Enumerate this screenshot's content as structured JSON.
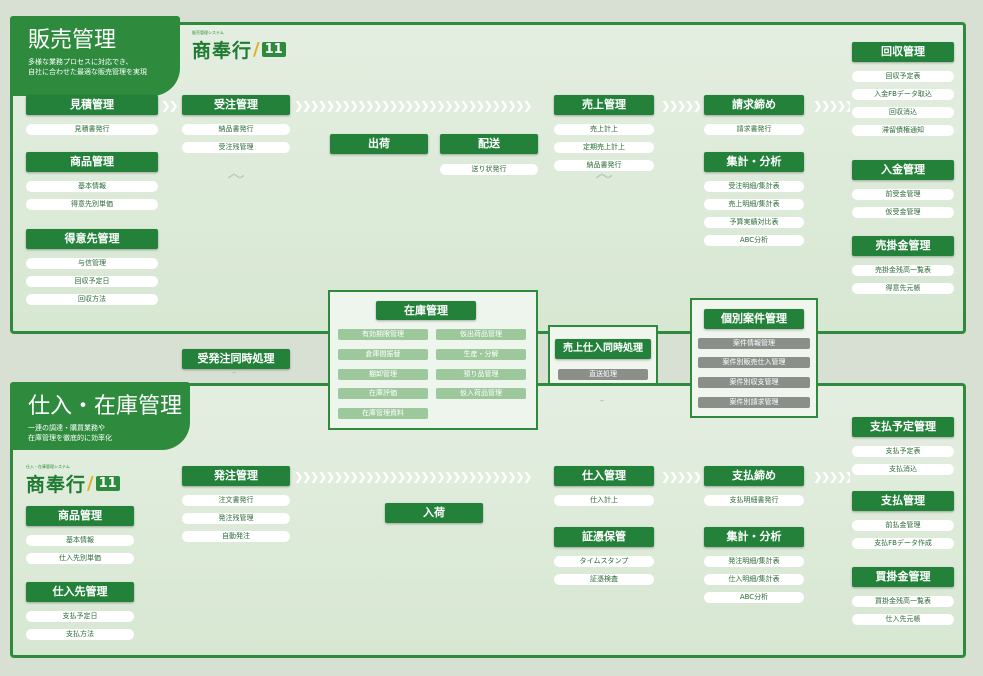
{
  "top": {
    "title": "販売管理",
    "subtitle1": "多様な業務プロセスに対応でき、",
    "subtitle2": "自社に合わせた最適な販売管理を実現",
    "logo_small": "販売管理システム",
    "logo_word": "商奉行",
    "logo_num": "11",
    "mitsumori": {
      "title": "見積管理",
      "items": [
        "見積書発行"
      ]
    },
    "shohin": {
      "title": "商品管理",
      "items": [
        "基本情報",
        "得意先別単価"
      ]
    },
    "tokuisaki": {
      "title": "得意先管理",
      "items": [
        "与信管理",
        "回収予定日",
        "回収方法"
      ]
    },
    "juchu": {
      "title": "受注管理",
      "items": [
        "納品書発行",
        "受注残管理"
      ]
    },
    "shukka": {
      "title": "出荷"
    },
    "haisou": {
      "title": "配送",
      "items": [
        "送り状発行"
      ]
    },
    "uriage": {
      "title": "売上管理",
      "items": [
        "売上計上",
        "定期売上計上",
        "納品書発行"
      ]
    },
    "seikyu": {
      "title": "請求締め",
      "items": [
        "請求書発行"
      ]
    },
    "shukei": {
      "title": "集計・分析",
      "items": [
        "受注明細/集計表",
        "売上明細/集計表",
        "予算実績対比表",
        "ABC分析"
      ]
    },
    "kaishu": {
      "title": "回収管理",
      "items": [
        "回収予定表",
        "入金FBデータ取込",
        "回収消込",
        "滞留債権通知"
      ]
    },
    "nyukin": {
      "title": "入金管理",
      "items": [
        "前受金管理",
        "仮受金管理"
      ]
    },
    "urikake": {
      "title": "売掛金管理",
      "items": [
        "売掛金残高一覧表",
        "得意先元帳"
      ]
    }
  },
  "middle": {
    "zaiko": {
      "title": "在庫管理",
      "items": [
        "有効期限管理",
        "仮出荷品管理",
        "倉庫間振替",
        "生産・分解",
        "棚卸管理",
        "預り品管理",
        "在庫評価",
        "仮入荷品管理",
        "在庫管理資料"
      ]
    },
    "juhatchu": "受発注同時処理",
    "urishire": {
      "title": "売上仕入同時処理",
      "items": [
        "直送処理"
      ]
    },
    "kobetsu": {
      "title": "個別案件管理",
      "items": [
        "案件情報管理",
        "案件別販売仕入管理",
        "案件別収支管理",
        "案件別請求管理"
      ]
    }
  },
  "bottom": {
    "title": "仕入・在庫管理",
    "subtitle1": "一連の調達・購買業務や",
    "subtitle2": "在庫管理を徹底的に効率化",
    "logo_small": "仕入・在庫管理システム",
    "logo_word": "商奉行",
    "logo_num": "11",
    "shohin": {
      "title": "商品管理",
      "items": [
        "基本情報",
        "仕入先別単価"
      ]
    },
    "shiiresaki": {
      "title": "仕入先管理",
      "items": [
        "支払予定日",
        "支払方法"
      ]
    },
    "hatchu": {
      "title": "発注管理",
      "items": [
        "注文書発行",
        "発注残管理",
        "自動発注"
      ]
    },
    "nyuka": {
      "title": "入荷"
    },
    "shiire": {
      "title": "仕入管理",
      "items": [
        "仕入計上"
      ]
    },
    "shouhyo": {
      "title": "証憑保管",
      "items": [
        "タイムスタンプ",
        "証憑検査"
      ]
    },
    "shiharaijime": {
      "title": "支払締め",
      "items": [
        "支払明細書発行"
      ]
    },
    "shukei": {
      "title": "集計・分析",
      "items": [
        "発注明細/集計表",
        "仕入明細/集計表",
        "ABC分析"
      ]
    },
    "yotei": {
      "title": "支払予定管理",
      "items": [
        "支払予定表",
        "支払消込"
      ]
    },
    "shiharai": {
      "title": "支払管理",
      "items": [
        "前払金管理",
        "支払FBデータ作成"
      ]
    },
    "kaikake": {
      "title": "買掛金管理",
      "items": [
        "買掛金残高一覧表",
        "仕入先元帳"
      ]
    }
  },
  "colors": {
    "green": "#2e8b3e",
    "light": "#e4eee1"
  }
}
